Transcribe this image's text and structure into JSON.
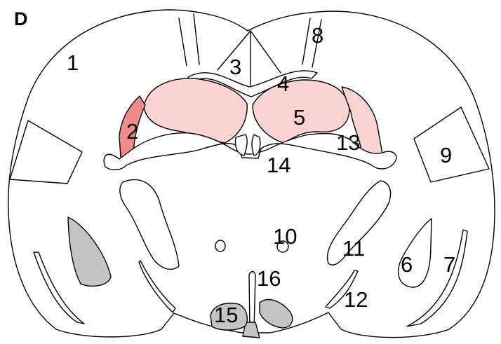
{
  "panel_letter": "D",
  "region_numbers": [
    "1",
    "2",
    "3",
    "4",
    "5",
    "6",
    "7",
    "8",
    "9",
    "10",
    "11",
    "12",
    "13",
    "14",
    "15",
    "16"
  ],
  "colors": {
    "highlight_light": "#fbd3d3",
    "highlight_dark": "#f08b8b",
    "grey_region": "#c4c4c4",
    "outline": "#000000"
  }
}
